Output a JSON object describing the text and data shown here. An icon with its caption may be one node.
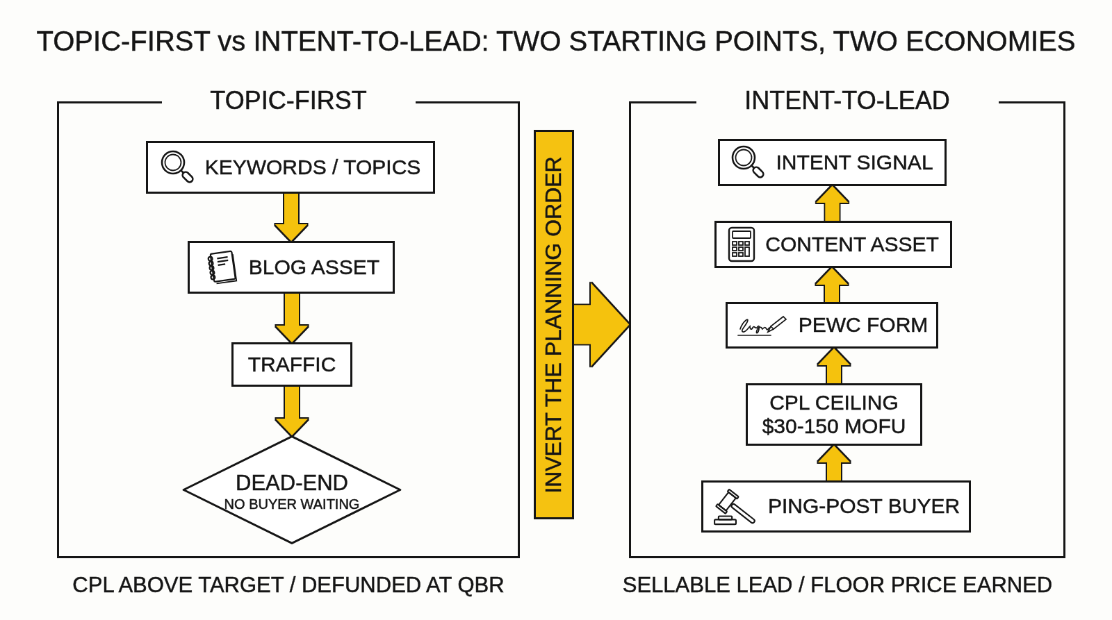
{
  "diagram": {
    "title": "TOPIC-FIRST vs INTENT-TO-LEAD: TWO STARTING POINTS, TWO ECONOMIES",
    "nodes": [
      {
        "text": [
          "TOPIC-FIRST"
        ],
        "beside": [
          "CPL ABOVE TARGET / DEFUNDED AT QBR"
        ]
      },
      {
        "text": [
          "KEYWORDS / TOPICS"
        ],
        "in": 0
      },
      {
        "text": [
          "BLOG ASSET"
        ],
        "in": 0
      },
      {
        "text": [
          "TRAFFIC"
        ],
        "in": 0
      },
      {
        "text": [
          "DEAD-END",
          "NO BUYER WAITING"
        ],
        "in": 0
      },
      {
        "text": [
          "INVERT THE PLANNING ORDER"
        ]
      },
      {
        "text": [
          "INTENT-TO-LEAD"
        ],
        "beside": [
          "SELLABLE LEAD / FLOOR PRICE EARNED"
        ]
      },
      {
        "text": [
          "INTENT SIGNAL"
        ],
        "in": 6
      },
      {
        "text": [
          "CONTENT ASSET"
        ],
        "in": 6
      },
      {
        "text": [
          "PEWC FORM"
        ],
        "in": 6
      },
      {
        "text": [
          "CPL CEILING",
          "$30-150 MOFU"
        ],
        "in": 6
      },
      {
        "text": [
          "PING-POST BUYER"
        ],
        "in": 6
      }
    ],
    "edges": [
      {
        "from": 1,
        "to": 2,
        "arrow": "to"
      },
      {
        "from": 2,
        "to": 3,
        "arrow": "to"
      },
      {
        "from": 3,
        "to": 4,
        "arrow": "to"
      },
      {
        "from": 5,
        "to": 6,
        "arrow": "to",
        "style": "thick"
      },
      {
        "from": 11,
        "to": 10,
        "arrow": "to"
      },
      {
        "from": 10,
        "to": 9,
        "arrow": "to"
      },
      {
        "from": 9,
        "to": 8,
        "arrow": "to"
      },
      {
        "from": 8,
        "to": 7,
        "arrow": "to"
      }
    ]
  }
}
